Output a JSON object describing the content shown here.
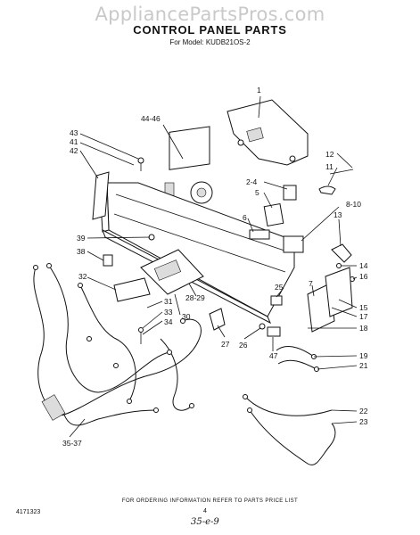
{
  "watermark": "AppliancePartsPros.com",
  "title": "CONTROL PANEL PARTS",
  "subtitle": "For Model: KUDB21OS-2",
  "footer_note": "FOR ORDERING INFORMATION REFER TO PARTS PRICE LIST",
  "doc_number": "4171323",
  "page_number": "4",
  "handwritten_note": "35-e-9",
  "callouts": {
    "c1": "1",
    "c2_4": "2-4",
    "c5": "5",
    "c6": "6",
    "c8_10": "8-10",
    "c11": "11",
    "c12": "12",
    "c13": "13",
    "c14": "14",
    "c15": "15",
    "c16": "16",
    "c17": "17",
    "c18": "18",
    "c19": "19",
    "c21": "21",
    "c22": "22",
    "c23": "23",
    "c25": "25",
    "c26": "26",
    "c27": "27",
    "c28_29": "28-29",
    "c30": "30",
    "c31": "31",
    "c32": "32",
    "c33": "33",
    "c34": "34",
    "c35_37": "35-37",
    "c38": "38",
    "c39": "39",
    "c41": "41",
    "c42": "42",
    "c43": "43",
    "c44_46": "44-46",
    "c47": "47",
    "c7": "7"
  }
}
